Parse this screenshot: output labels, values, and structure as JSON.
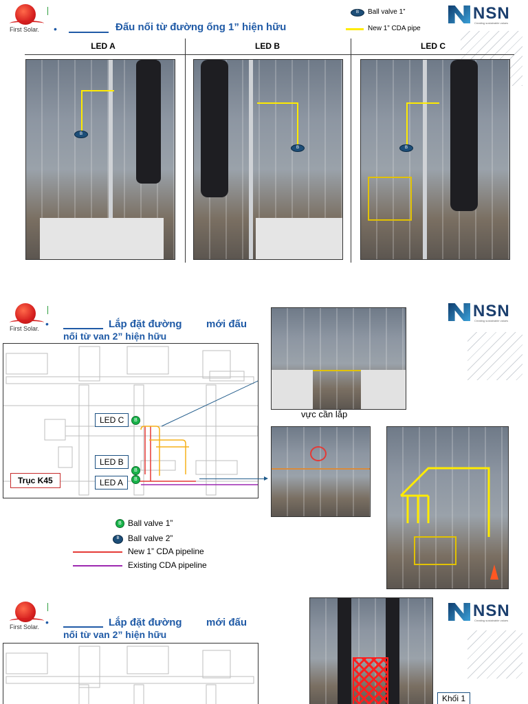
{
  "brand": {
    "company": "First Solar.",
    "partner": "NSN",
    "partner_tagline": "Creating sustainable values"
  },
  "slide1": {
    "title": "Đấu nối từ đường ống 1” hiện hữu",
    "legend": {
      "ball_valve": "Ball valve 1”",
      "pipe": "New 1” CDA pipe",
      "ball_symbol": "B"
    },
    "columns": [
      "LED A",
      "LED B",
      "LED C"
    ]
  },
  "slide2": {
    "title_line1": "Lắp đặt đường",
    "title_line1b": "mới đấu",
    "title_line2": "nối từ van 2” hiện hữu",
    "axis_label": "Trục K45",
    "led_labels": {
      "c": "LED C",
      "b": "LED B",
      "a": "LED A"
    },
    "photo_caption": "vực cần lắp",
    "legend": [
      {
        "text": "Ball valve 1”"
      },
      {
        "text": "Ball valve 2”"
      },
      {
        "text": "New 1” CDA pipeline"
      },
      {
        "text": "Existing CDA pipeline"
      }
    ]
  },
  "slide3": {
    "title_line1": "Lắp đặt đường",
    "title_line1b": "mới đấu",
    "title_line2": "nối từ van 2” hiện hữu",
    "block_label": "Khối 1"
  },
  "colors": {
    "accent": "#1f5aa6",
    "new_pipe": "#e53935",
    "existing_pipe": "#9c27b0",
    "highlight": "#ffeb00",
    "valve_green": "#19b34a",
    "valve_blue": "#1d4e78"
  }
}
